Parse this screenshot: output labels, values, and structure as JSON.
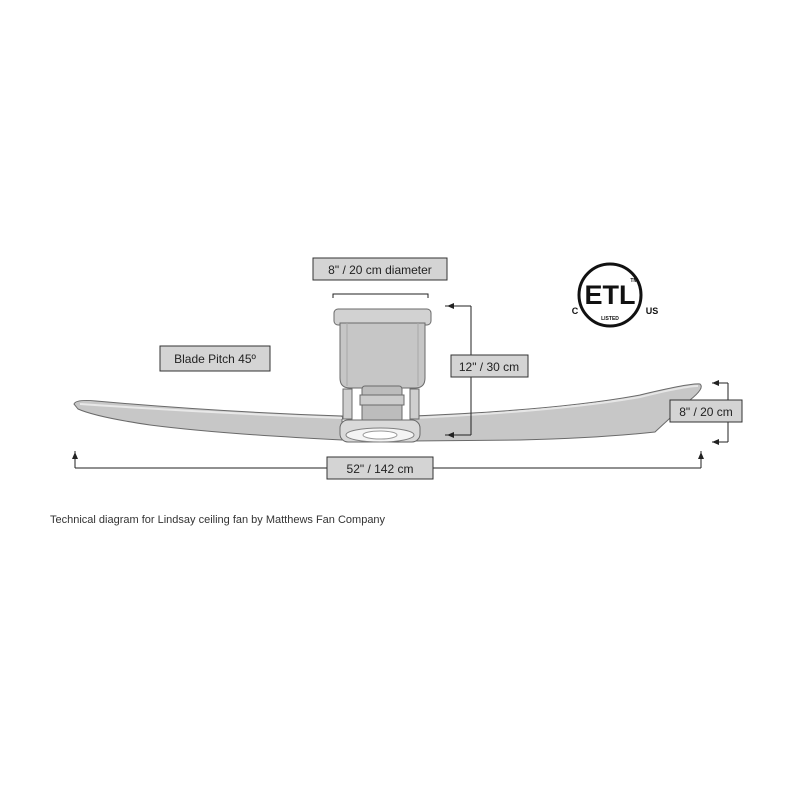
{
  "labels": {
    "canopy_diameter": "8\" / 20 cm diameter",
    "blade_pitch": "Blade Pitch 45º",
    "height": "12\" / 30 cm",
    "blade_height": "8\" / 20  cm",
    "span": "52\"  / 142 cm"
  },
  "certification": {
    "mark": "ETL",
    "left": "C",
    "right": "US",
    "listed": "LISTED",
    "tm": "TM"
  },
  "caption": "Technical diagram for Lindsay ceiling fan by Matthews Fan Company",
  "colors": {
    "fan_fill": "#c8c8c8",
    "fan_stroke": "#6a6a6a",
    "label_fill": "#d4d4d4",
    "line": "#222222"
  }
}
